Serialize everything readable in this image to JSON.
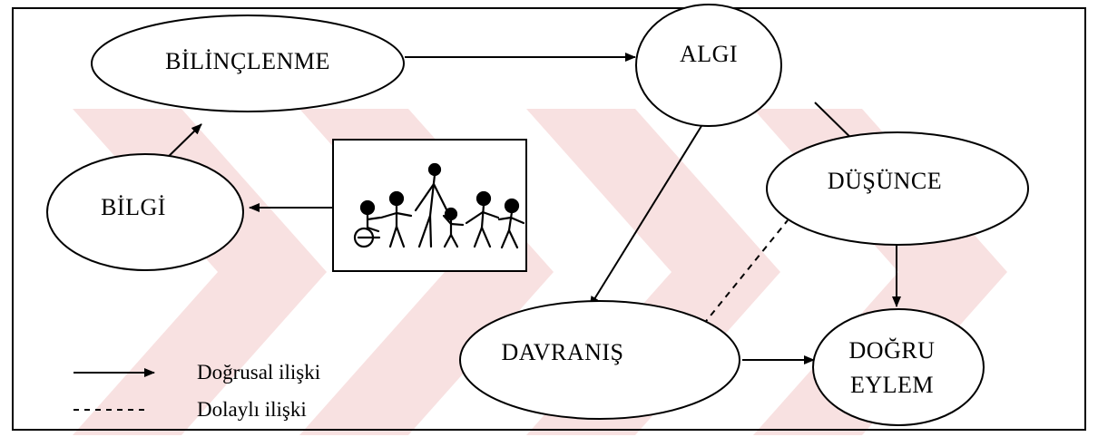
{
  "nodes": {
    "bilinclenme": "BİLİNÇLENME",
    "algi": "ALGI",
    "bilgi": "BİLGİ",
    "dusunce": "DÜŞÜNCE",
    "davranis": "DAVRANIŞ",
    "dogru_eylem_line1": "DOĞRU",
    "dogru_eylem_line2": "EYLEM"
  },
  "legend": {
    "direct_label": "Doğrusal ilişki",
    "indirect_label": "Dolaylı ilişki"
  },
  "colors": {
    "watermark": "#f6d6d6",
    "line": "#000000"
  },
  "icons": {
    "illustration": "people-holding-hands-illustration"
  }
}
